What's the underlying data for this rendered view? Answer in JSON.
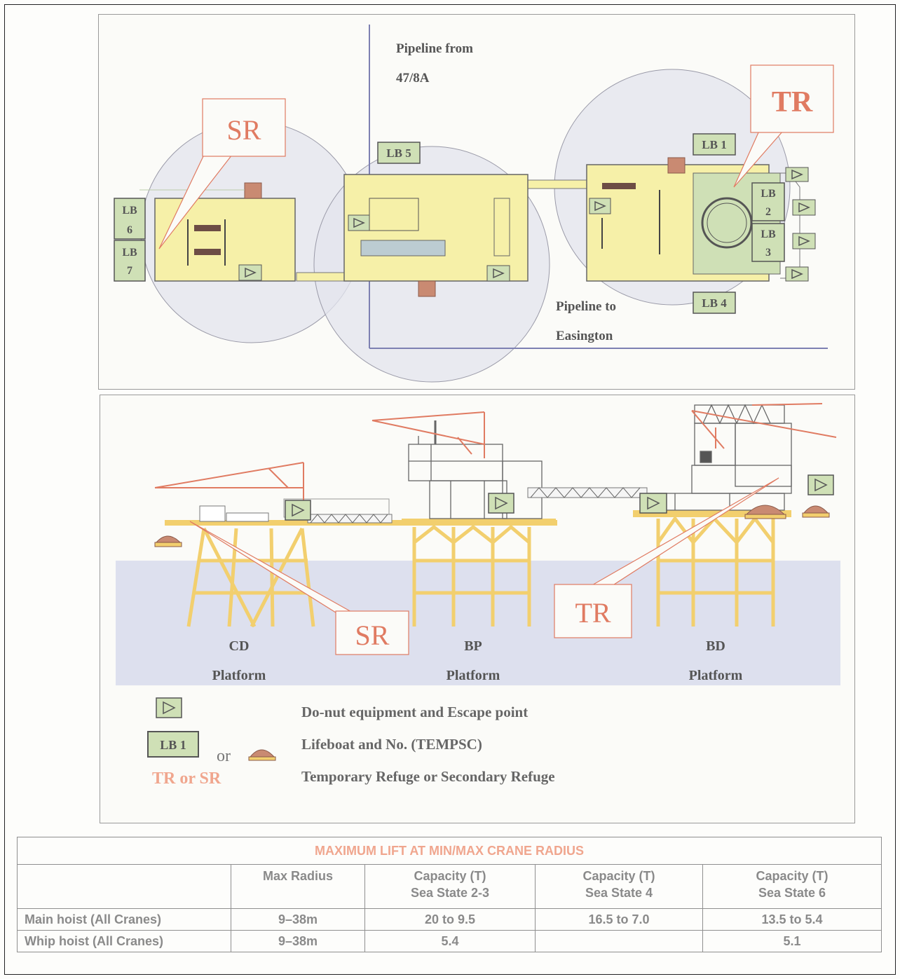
{
  "plan": {
    "pipeline_from_line1": "Pipeline from",
    "pipeline_from_line2": "47/8A",
    "pipeline_to_line1": "Pipeline to",
    "pipeline_to_line2": "Easington",
    "tr_label": "TR",
    "sr_label": "SR",
    "lb1": "LB 1",
    "lb2_line1": "LB",
    "lb2_line2": "2",
    "lb3_line1": "LB",
    "lb3_line2": "3",
    "lb4": "LB 4",
    "lb5": "LB 5",
    "lb6_line1": "LB",
    "lb6_line2": "6",
    "lb7_line1": "LB",
    "lb7_line2": "7"
  },
  "elevation": {
    "sr_label": "SR",
    "tr_label": "TR",
    "platforms": [
      {
        "code": "CD",
        "label": "Platform"
      },
      {
        "code": "BP",
        "label": "Platform"
      },
      {
        "code": "BD",
        "label": "Platform"
      }
    ]
  },
  "legend": {
    "escape_text": "Do-nut equipment and Escape point",
    "lifeboat_box": "LB 1",
    "or_text": "or",
    "lifeboat_text": "Lifeboat and No. (TEMPSC)",
    "refuge_key": "TR or SR",
    "refuge_text": "Temporary Refuge or Secondary Refuge"
  },
  "table": {
    "title": "MAXIMUM LIFT AT MIN/MAX CRANE RADIUS",
    "headers": [
      "",
      "Max Radius",
      "Capacity (T)\nSea State 2-3",
      "Capacity (T)\nSea State 4",
      "Capacity (T)\nSea State 6"
    ],
    "rows": [
      [
        "Main hoist (All Cranes)",
        "9–38m",
        "20 to 9.5",
        "16.5 to 7.0",
        "13.5 to 5.4"
      ],
      [
        "Whip hoist (All Cranes)",
        "9–38m",
        "5.4",
        "",
        "5.1"
      ]
    ]
  },
  "colors": {
    "platform_fill": "#f6f0a8",
    "lifeboat_fill": "#cfe0b6",
    "crane_circle": "#e3e4ee",
    "pipeline": "#7d80b2",
    "refuge_red": "#e07b62",
    "sea": "#dde0ee",
    "jacket": "#f2cf6e"
  }
}
